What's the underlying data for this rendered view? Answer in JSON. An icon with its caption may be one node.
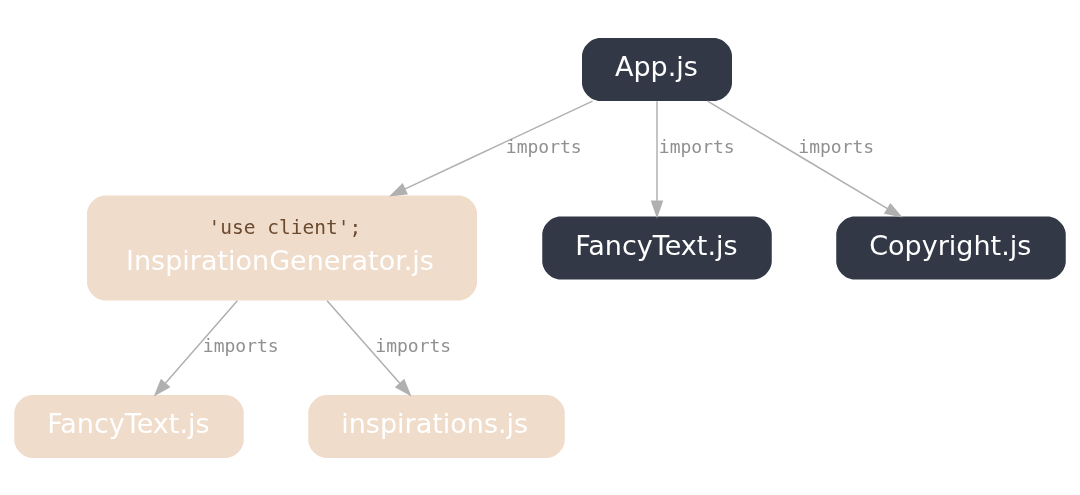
{
  "diagram": {
    "nodes": [
      {
        "text": [
          "App.js"
        ]
      },
      {
        "text": [
          "'use client';",
          "InspirationGenerator.js"
        ]
      },
      {
        "text": [
          "FancyText.js"
        ]
      },
      {
        "text": [
          "Copyright.js"
        ]
      },
      {
        "text": [
          "FancyText.js"
        ]
      },
      {
        "text": [
          "inspirations.js"
        ]
      }
    ],
    "edges": [
      {
        "from": 0,
        "to": 1,
        "arrow": "to",
        "label": "imports"
      },
      {
        "from": 0,
        "to": 2,
        "arrow": "to",
        "label": "imports"
      },
      {
        "from": 0,
        "to": 3,
        "arrow": "to",
        "label": "imports"
      },
      {
        "from": 1,
        "to": 4,
        "arrow": "to",
        "label": "imports"
      },
      {
        "from": 1,
        "to": 5,
        "arrow": "to",
        "label": "imports"
      }
    ]
  }
}
